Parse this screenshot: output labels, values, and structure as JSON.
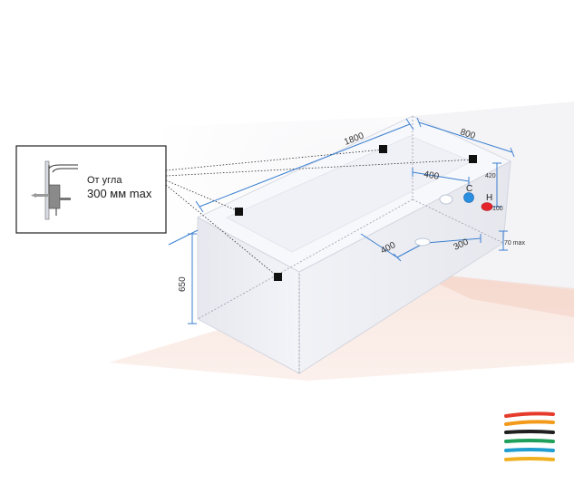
{
  "dimensions": {
    "length": "1800",
    "width": "800",
    "height": "650",
    "drain_from_end": "400",
    "drain_from_wall": "300",
    "pipe_from_end": "400",
    "pipe_height": "420",
    "floor_offset": "70 max",
    "pipe_spacing": "100"
  },
  "callout": {
    "line1": "От угла",
    "line2": "300 мм max"
  },
  "pipes": {
    "cold_label": "C",
    "hot_label": "H"
  },
  "colors": {
    "dimension_line": "#3a7fd0",
    "cold_pipe": "#2a8fe0",
    "hot_pipe": "#e3242b",
    "bath_fill": "#f4f5f8",
    "wall_shade": "#eeeef2",
    "floor_shade": "#f6d9cf",
    "marker": "#111111",
    "logo_stripes": [
      "#e63b2a",
      "#f39a1b",
      "#1f1f1f",
      "#1fa05a",
      "#1e9fd0",
      "#f0b020"
    ]
  },
  "icons": {
    "logo": "striped-brand-logo",
    "wall_bracket": "wall-mount-bracket-icon"
  }
}
